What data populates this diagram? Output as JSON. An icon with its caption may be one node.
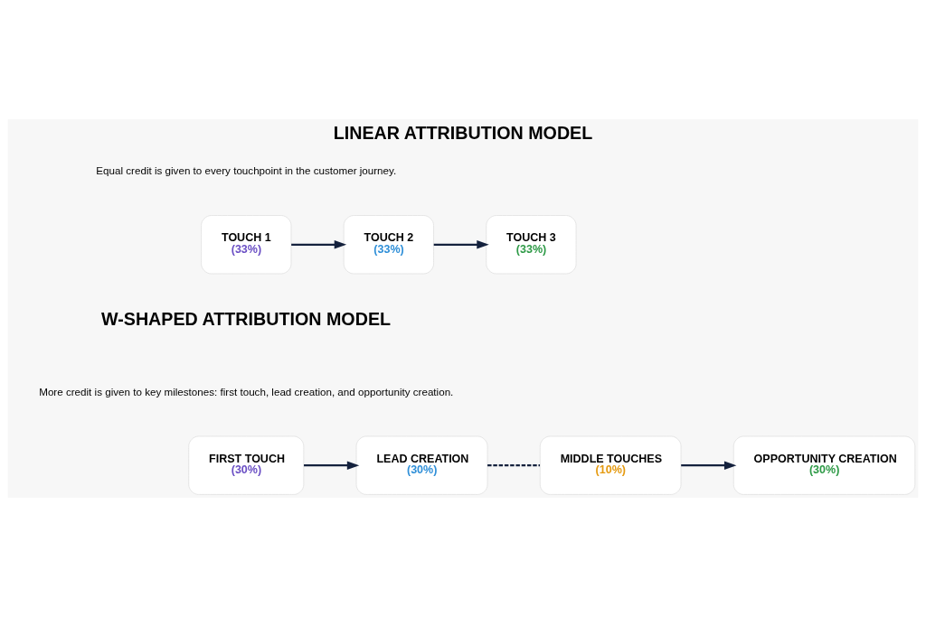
{
  "diagram": {
    "title": "LINEAR ATTRIBUTION MODEL",
    "nodes": [
      {
        "text": [
          "TOUCH 1",
          "(33%)"
        ]
      },
      {
        "text": [
          "TOUCH 2",
          "(33%)"
        ]
      },
      {
        "text": [
          "TOUCH 3",
          "(33%)"
        ]
      },
      {
        "text": [
          "FIRST TOUCH",
          "(30%)"
        ]
      },
      {
        "text": [
          "LEAD CREATION",
          "(30%)"
        ]
      },
      {
        "text": [
          "MIDDLE TOUCHES",
          "(10%)"
        ]
      },
      {
        "text": [
          "OPPORTUNITY CREATION",
          "(30%)"
        ]
      }
    ],
    "edges": [
      {
        "from": 0,
        "to": 1,
        "arrow": "to"
      },
      {
        "from": 1,
        "to": 2,
        "arrow": "to"
      },
      {
        "from": 3,
        "to": 4,
        "arrow": "to"
      },
      {
        "from": 4,
        "to": 5,
        "arrow": "none",
        "style": "dashed"
      },
      {
        "from": 5,
        "to": 6,
        "arrow": "to"
      }
    ],
    "labels": [
      "Equal credit is given to every touchpoint in the customer journey.",
      "W-SHAPED ATTRIBUTION MODEL",
      "More credit is given to key milestones: first touch, lead creation, and opportunity creation."
    ]
  }
}
